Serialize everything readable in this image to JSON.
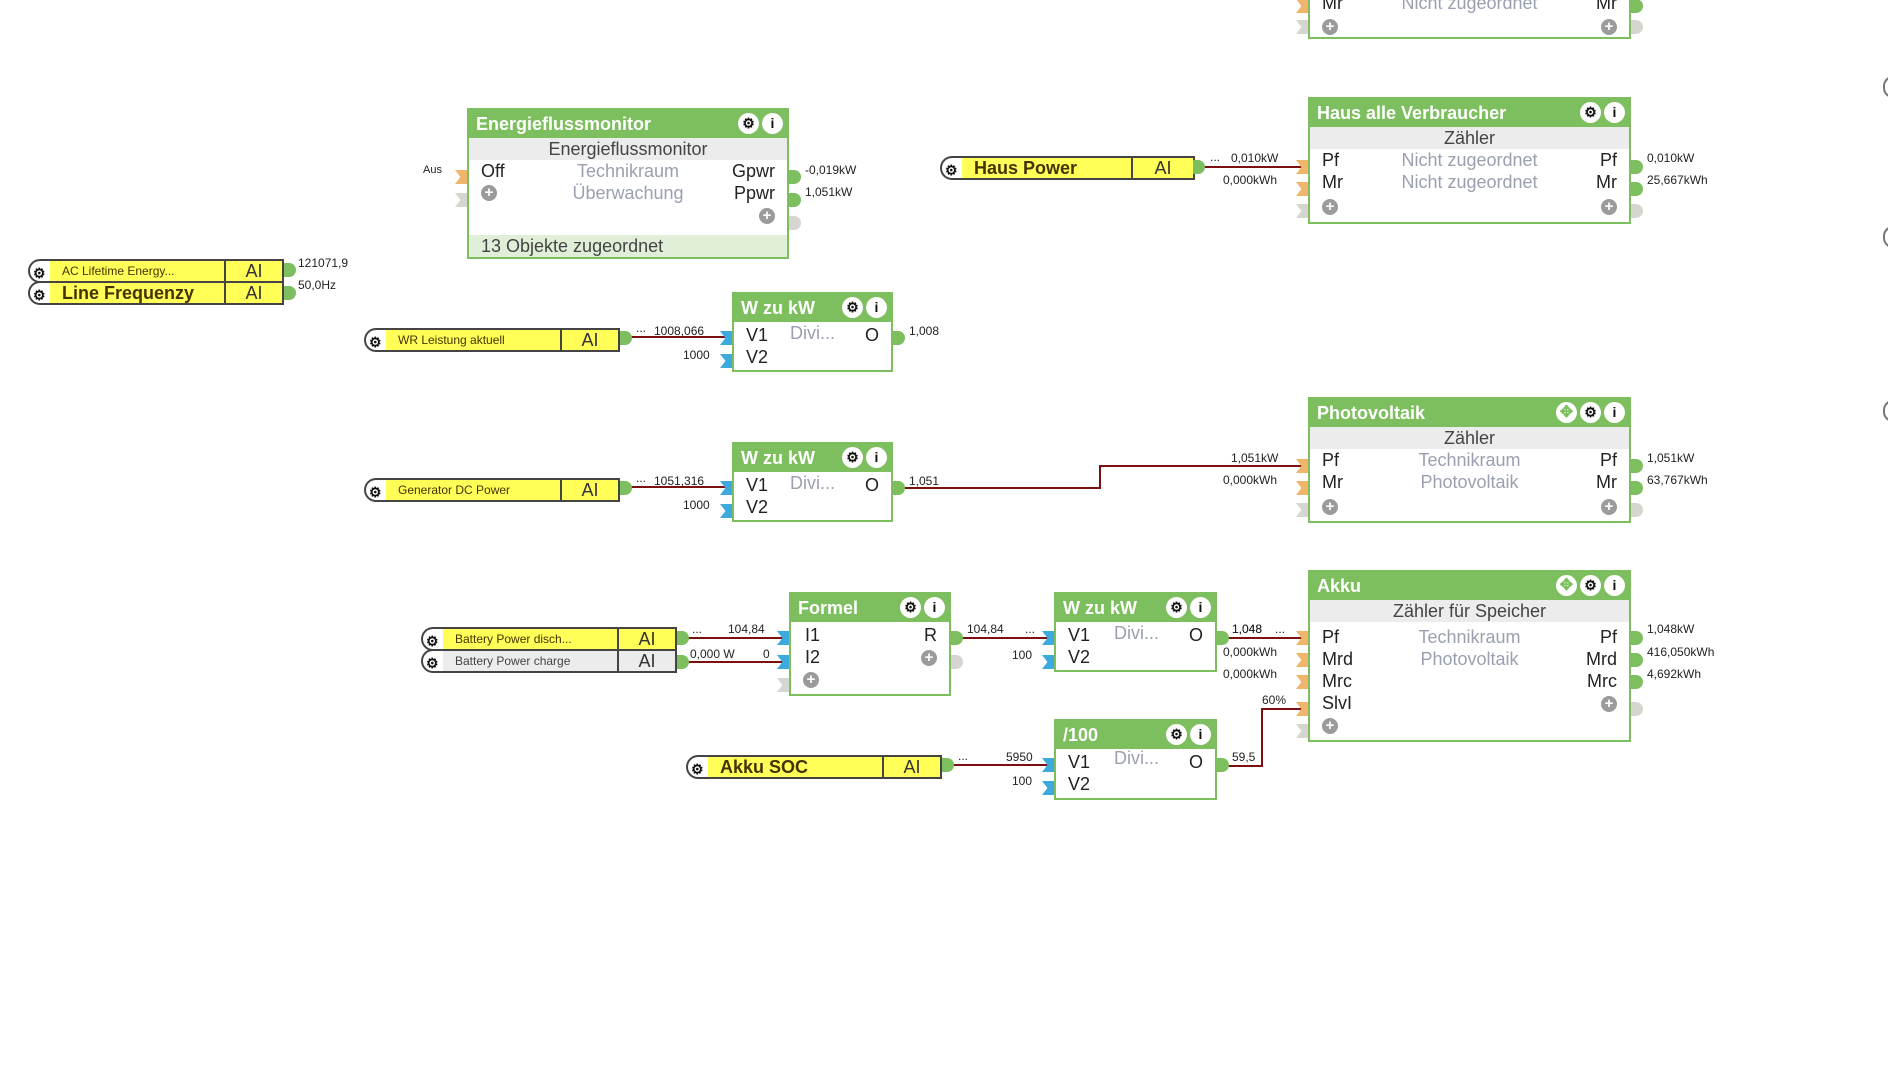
{
  "blocks": {
    "top_partial": {
      "left_pin": "Mr",
      "middle": "Nicht zugeordnet",
      "right_pin": "Mr"
    },
    "energieflussmonitor": {
      "title": "Energieflussmonitor",
      "subtitle": "Energieflussmonitor",
      "rows": [
        {
          "left": "Off",
          "middle": "Technikraum",
          "right": "Gpwr"
        },
        {
          "left": "",
          "middle": "Überwachung",
          "right": "Ppwr"
        }
      ],
      "footer": "13 Objekte zugeordnet",
      "in_values": [
        "Aus"
      ],
      "out_values": [
        "-0,019kW",
        "1,051kW"
      ]
    },
    "haus_alle_verbraucher": {
      "title": "Haus alle Verbraucher",
      "subtitle": "Zähler",
      "rows": [
        {
          "left": "Pf",
          "middle": "Nicht zugeordnet",
          "right": "Pf"
        },
        {
          "left": "Mr",
          "middle": "Nicht zugeordnet",
          "right": "Mr"
        }
      ],
      "in_values": [
        "0,010kW",
        "0,000kWh"
      ],
      "out_values": [
        "0,010kW",
        "25,667kWh"
      ]
    },
    "w_zu_kw_1": {
      "title": "W zu kW",
      "v1": "V1",
      "v2": "V2",
      "op": "Divi...",
      "out": "O",
      "in_values": [
        "1008,066",
        "1000"
      ],
      "out_value": "1,008"
    },
    "w_zu_kw_2": {
      "title": "W zu kW",
      "v1": "V1",
      "v2": "V2",
      "op": "Divi...",
      "out": "O",
      "in_values": [
        "1051,316",
        "1000"
      ],
      "out_value": "1,051"
    },
    "photovoltaik": {
      "title": "Photovoltaik",
      "subtitle": "Zähler",
      "rows": [
        {
          "left": "Pf",
          "middle": "Technikraum",
          "right": "Pf"
        },
        {
          "left": "Mr",
          "middle": "Photovoltaik",
          "right": "Mr"
        }
      ],
      "in_values": [
        "1,051kW",
        "0,000kWh"
      ],
      "out_values": [
        "1,051kW",
        "63,767kWh"
      ]
    },
    "formel": {
      "title": "Formel",
      "i1": "I1",
      "i2": "I2",
      "out": "R",
      "in_values": [
        "104,84",
        "0"
      ],
      "out_value": "104,84"
    },
    "w_zu_kw_3": {
      "title": "W zu kW",
      "v1": "V1",
      "v2": "V2",
      "op": "Divi...",
      "out": "O",
      "in_values": [
        "104,84",
        "100"
      ],
      "out_value": "1,048"
    },
    "akku": {
      "title": "Akku",
      "subtitle": "Zähler für Speicher",
      "rows": [
        {
          "left": "Pf",
          "middle": "Technikraum",
          "right": "Pf"
        },
        {
          "left": "Mrd",
          "middle": "Photovoltaik",
          "right": "Mrd"
        },
        {
          "left": "Mrc",
          "middle": "",
          "right": "Mrc"
        },
        {
          "left": "SlvI",
          "middle": "",
          "right": ""
        }
      ],
      "in_values": [
        "1,048",
        "0,000kWh",
        "0,000kWh",
        "60%"
      ],
      "out_values": [
        "1,048kW",
        "416,050kWh",
        "4,692kWh"
      ]
    },
    "div_100": {
      "title": "/100",
      "v1": "V1",
      "v2": "V2",
      "op": "Divi...",
      "out": "O",
      "in_values": [
        "5950",
        "100"
      ],
      "out_value": "59,5"
    }
  },
  "inputs": {
    "haus_power": {
      "name": "Haus Power",
      "type": "AI"
    },
    "ac_lifetime": {
      "name": "AC Lifetime Energy...",
      "type": "AI",
      "value": "121071,9"
    },
    "line_freq": {
      "name": "Line Frequenzy",
      "type": "AI",
      "value": "50,0Hz"
    },
    "wr_leistung": {
      "name": "WR Leistung aktuell",
      "type": "AI"
    },
    "generator_dc": {
      "name": "Generator DC Power",
      "type": "AI"
    },
    "battery_disch": {
      "name": "Battery Power disch...",
      "type": "AI"
    },
    "battery_charge": {
      "name": "Battery Power charge",
      "type": "AI",
      "value": "0,000 W"
    },
    "akku_soc": {
      "name": "Akku SOC",
      "type": "AI"
    }
  },
  "wire_dash": "...",
  "icons": {
    "gear": "⚙",
    "info": "i",
    "move": "✥",
    "plus": "+"
  },
  "colors": {
    "block_green": "#7dbf5e",
    "wire": "#7a1010",
    "input_yellow": "#ffff57",
    "port_orange": "#f0b46a",
    "port_blue": "#3ea9dc"
  }
}
